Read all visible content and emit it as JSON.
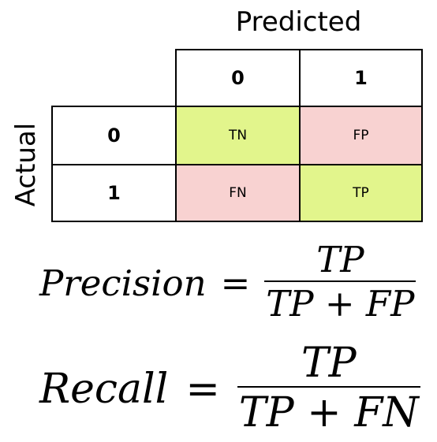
{
  "matrix": {
    "predicted_label": "Predicted",
    "actual_label": "Actual",
    "column_headers": [
      "0",
      "1"
    ],
    "row_headers": [
      "0",
      "1"
    ],
    "cells": [
      [
        "TN",
        "FP"
      ],
      [
        "FN",
        "TP"
      ]
    ],
    "colors": {
      "correct": "#e2f58c",
      "incorrect": "#f8d2d1"
    }
  },
  "formulas": {
    "precision": {
      "lhs": "Precision",
      "eq": "=",
      "numerator": "TP",
      "denominator": "TP + FP"
    },
    "recall": {
      "lhs": "Recall",
      "eq": "=",
      "numerator": "TP",
      "denominator": "TP + FN"
    }
  }
}
